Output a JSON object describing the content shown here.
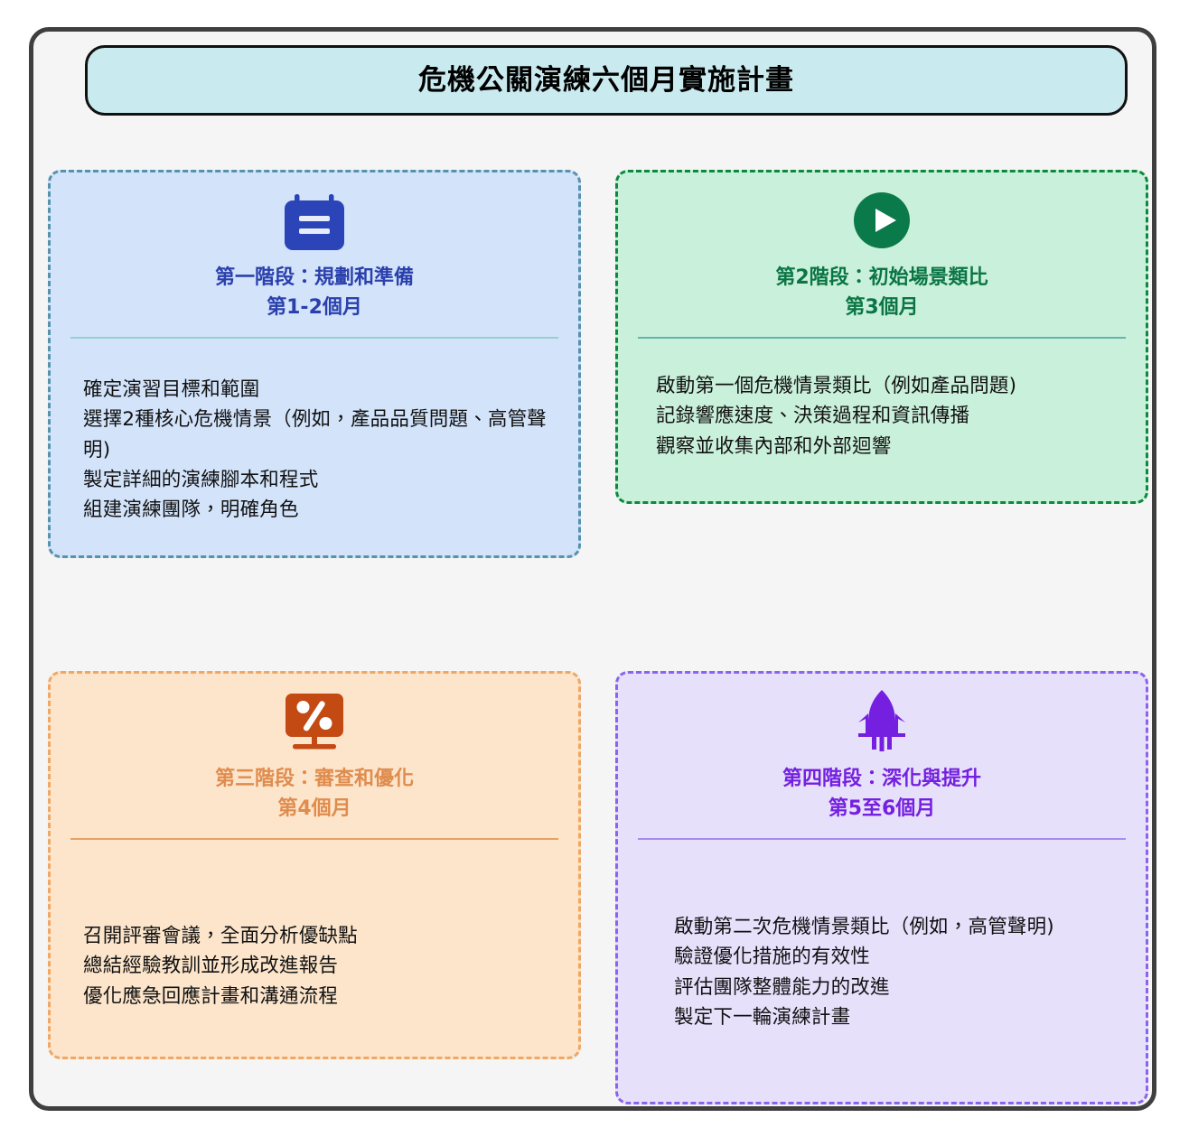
{
  "title": {
    "text": "危機公關演練六個月實施計畫",
    "banner_fill": "#c9eaee",
    "banner_border": "#111111"
  },
  "cards": [
    {
      "id": "phase-1",
      "icon": "calendar-icon",
      "icon_color": "#2b44b8",
      "heading": "第一階段：規劃和準備",
      "subheading": "第1-2個月",
      "accent": "#2b40ac",
      "background": "#d2e3fa",
      "border": "#5792ad",
      "separator": "#94d2cd",
      "bullets": [
        "確定演習目標和範圍",
        "選擇2種核心危機情景（例如，產品品質問題、高管聲明)",
        "製定詳細的演練腳本和程式",
        "組建演練團隊，明確角色"
      ]
    },
    {
      "id": "phase-2",
      "icon": "play-circle-icon",
      "icon_color": "#0b7a4b",
      "heading": "第2階段：初始場景類比",
      "subheading": "第3個月",
      "accent": "#0b7545",
      "background": "#c9f0da",
      "border": "#0b8a3e",
      "separator": "#60b5b0",
      "bullets": [
        "啟動第一個危機情景類比（例如產品問題)",
        "記錄響應速度、決策過程和資訊傳播",
        "觀察並收集內部和外部迴響"
      ]
    },
    {
      "id": "phase-3",
      "icon": "monitor-percent-icon",
      "icon_color": "#c44a14",
      "heading": "第三階段：審查和優化",
      "subheading": "第4個月",
      "accent": "#e08c4d",
      "background": "#fce5cb",
      "border": "#efa766",
      "separator": "#e8a165",
      "bullets": [
        "召開評審會議，全面分析優缺點",
        "總結經驗教訓並形成改進報告",
        "優化應急回應計畫和溝通流程"
      ]
    },
    {
      "id": "phase-4",
      "icon": "rocket-icon",
      "icon_color": "#7520e0",
      "heading": "第四階段：深化與提升",
      "subheading": "第5至6個月",
      "accent": "#7520e0",
      "background": "#e6e0fb",
      "border": "#8a63ee",
      "separator": "#a98cef",
      "bullets": [
        "啟動第二次危機情景類比（例如，高管聲明)",
        "驗證優化措施的有效性",
        "評估團隊整體能力的改進",
        "製定下一輪演練計畫"
      ]
    }
  ]
}
